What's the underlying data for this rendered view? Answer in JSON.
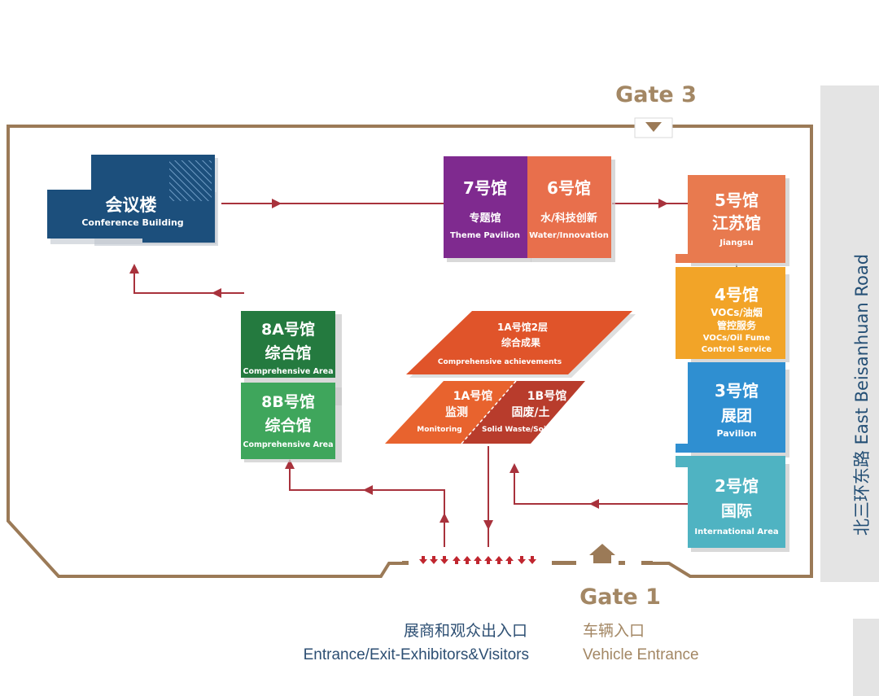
{
  "colors": {
    "boundary": "#9b7a57",
    "arrow": "#a8323c",
    "gate_text": "#a38764",
    "road": "#e4e4e4",
    "conference": "#1c4f7c",
    "hall7": "#7f2a8f",
    "hall6": "#e86f4c",
    "hall5": "#e87a4f",
    "hall4": "#f2a428",
    "hall3": "#2f8fd1",
    "hall2": "#4fb3c2",
    "hall8A": "#247a3f",
    "hall8B": "#3fa65c",
    "hall1_top": "#e0542a",
    "hall1A": "#e8632e",
    "hall1B": "#b83c2c",
    "label_dark": "#2d4f73",
    "label_light": "#a38764"
  },
  "gates": {
    "gate3": "Gate 3",
    "gate1": "Gate 1"
  },
  "road": {
    "name": "北三环东路 East Beisanhuan Road"
  },
  "entrances": {
    "visitors_cn": "展商和观众出入口",
    "visitors_en": "Entrance/Exit-Exhibitors&Visitors",
    "vehicle_cn": "车辆入口",
    "vehicle_en": "Vehicle Entrance"
  },
  "buildings": {
    "conference": {
      "cn": "会议楼",
      "en": "Conference Building",
      "icon": "building-icon"
    },
    "hall7": {
      "num": "7号馆",
      "cn": "专题馆",
      "en": "Theme Pavilion"
    },
    "hall6": {
      "num": "6号馆",
      "cn": "水/科技创新",
      "en": "Water/Innovation"
    },
    "hall5": {
      "num": "5号馆",
      "cn": "江苏馆",
      "en": "Jiangsu"
    },
    "hall4": {
      "num": "4号馆",
      "cn1": "VOCs/油烟",
      "cn2": "管控服务",
      "en1": "VOCs/Oil Fume",
      "en2": "Control Service"
    },
    "hall3": {
      "num": "3号馆",
      "cn": "展团",
      "en": "Pavilion"
    },
    "hall2": {
      "num": "2号馆",
      "cn": "国际",
      "en": "International Area"
    },
    "hall8A": {
      "num": "8A号馆",
      "cn": "综合馆",
      "en": "Comprehensive Area"
    },
    "hall8B": {
      "num": "8B号馆",
      "cn": "综合馆",
      "en": "Comprehensive Area"
    },
    "hall1_floor2": {
      "num": "1A号馆2层",
      "cn": "综合成果",
      "en": "Comprehensive achievements"
    },
    "hall1A": {
      "num": "1A号馆",
      "cn": "监测",
      "en": "Monitoring"
    },
    "hall1B": {
      "num": "1B号馆",
      "cn": "固废/土",
      "en": "Solid Waste/Soil"
    }
  }
}
